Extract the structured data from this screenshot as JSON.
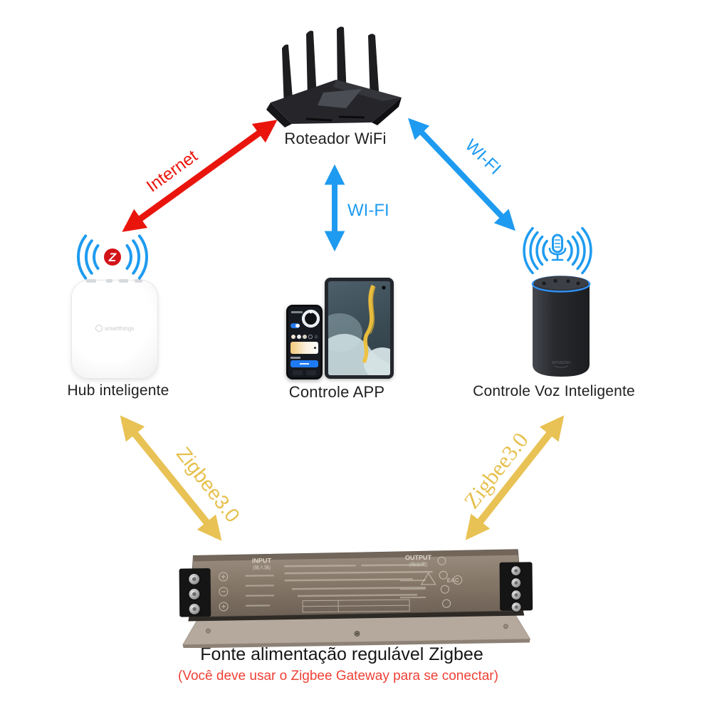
{
  "diagram": {
    "colors": {
      "internet_arrow": "#e9150d",
      "wifi_arrow": "#1e9bf0",
      "zigbee_arrow": "#e8c254",
      "note_red": "#ef4136",
      "label_text": "#1f1f1f"
    },
    "nodes": {
      "router": {
        "label": "Roteador WiFi"
      },
      "hub": {
        "label": "Hub inteligente",
        "device_text": "smartthings",
        "badge": "Z"
      },
      "app": {
        "label": "Controle APP"
      },
      "voice": {
        "label": "Controle Voz Inteligente",
        "device_text": "amazon"
      },
      "psu": {
        "label": "Fonte alimentação regulável Zigbee",
        "note": "(Você deve usar o Zigbee Gateway para se conectar)",
        "input_label": "INPUT",
        "input_sub": "(输入端)",
        "output_label": "OUTPUT",
        "output_sub": "(输出端)",
        "cert_mark": "EAC"
      }
    },
    "edges": [
      {
        "id": "internet-hub-router",
        "label": "Internet",
        "color": "#e9150d"
      },
      {
        "id": "wifi-app-router",
        "label": "WI-FI",
        "color": "#1e9bf0"
      },
      {
        "id": "wifi-voice-router",
        "label": "WI-FI",
        "color": "#1e9bf0"
      },
      {
        "id": "zigbee-hub-psu",
        "label": "Zigbee3.0",
        "color": "#e8c254"
      },
      {
        "id": "zigbee-voice-psu",
        "label": "Zigbee3.0",
        "color": "#e8c254"
      }
    ]
  }
}
